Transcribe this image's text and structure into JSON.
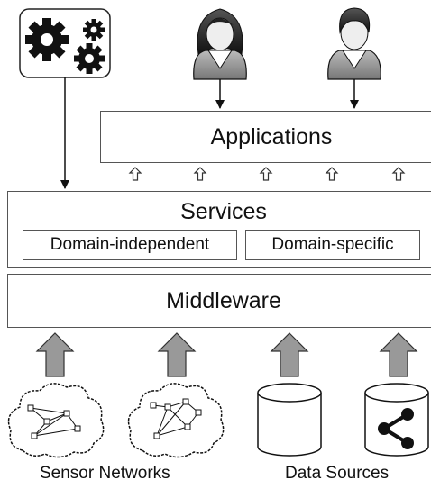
{
  "layers": {
    "applications": "Applications",
    "services": "Services",
    "domain_independent": "Domain-independent",
    "domain_specific": "Domain-specific",
    "middleware": "Middleware"
  },
  "sources": {
    "sensor_networks": "Sensor Networks",
    "data_sources": "Data Sources"
  },
  "icons": [
    "gears-icon",
    "woman-user-icon",
    "man-user-icon",
    "sensor-network-cloud-icon",
    "database-icon",
    "knowledge-graph-database-icon"
  ]
}
